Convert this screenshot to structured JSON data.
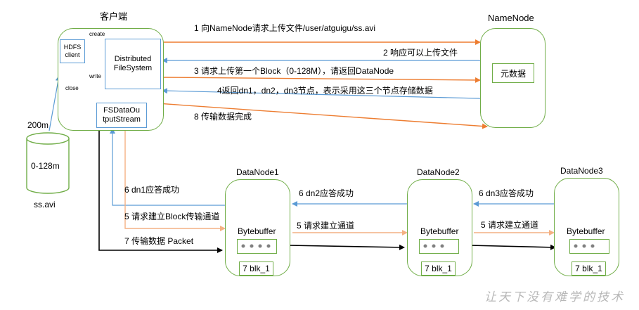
{
  "client": {
    "title": "客户端",
    "hdfs_client": "HDFS client",
    "distributed_fs": "Distributed FileSystem",
    "fsdata_line1": "FSDataOu",
    "fsdata_line2": "tputStream",
    "label_create": "create",
    "label_write": "write",
    "label_close": "close"
  },
  "file": {
    "size_label": "200m",
    "range_label": "0-128m",
    "name": "ss.avi"
  },
  "namenode": {
    "title": "NameNode",
    "metadata": "元数据"
  },
  "datanodes": [
    {
      "title": "DataNode1",
      "buffer": "Bytebuffer",
      "block": "7 blk_1"
    },
    {
      "title": "DataNode2",
      "buffer": "Bytebuffer",
      "block": "7 blk_1"
    },
    {
      "title": "DataNode3",
      "buffer": "Bytebuffer",
      "block": "7 blk_1"
    }
  ],
  "steps": {
    "s1": "1 向NameNode请求上传文件/user/atguigu/ss.avi",
    "s2": "2 响应可以上传文件",
    "s3": "3 请求上传第一个Block（0-128M），请返回DataNode",
    "s4": "4返回dn1，dn2，dn3节点，表示采用这三个节点存储数据",
    "s8": "8 传输数据完成",
    "s6_dn1": "6 dn1应答成功",
    "s5_dn1": "5 请求建立Block传输通道",
    "s7_packet": "7 传输数据 Packet",
    "s6_dn2": "6 dn2应答成功",
    "s5_dn2": "5 请求建立通道",
    "s6_dn3": "6 dn3应答成功",
    "s5_dn3": "5 请求建立通道"
  },
  "watermark": "让天下没有难学的技术",
  "colors": {
    "orange": "#ed7d31",
    "blue": "#5b9bd5",
    "green": "#70ad47",
    "black": "#000000",
    "salmon": "#f4b183"
  }
}
